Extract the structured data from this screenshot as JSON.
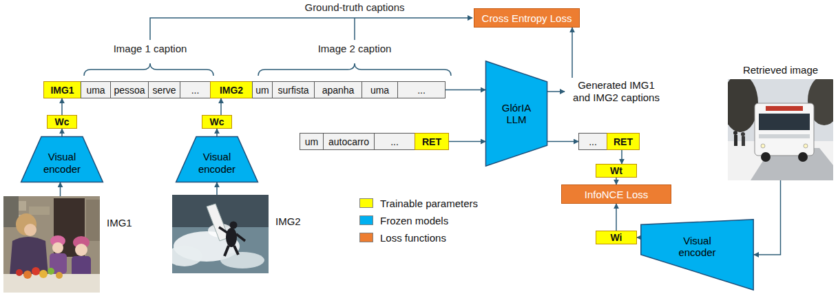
{
  "diagram": {
    "nodes": [
      {
        "text": [
          "Cross Entropy Loss"
        ]
      },
      {
        "text": [
          "IMG1"
        ]
      },
      {
        "text": [
          "uma"
        ]
      },
      {
        "text": [
          "pessoa"
        ]
      },
      {
        "text": [
          "serve"
        ]
      },
      {
        "text": [
          "..."
        ]
      },
      {
        "text": [
          "IMG2"
        ]
      },
      {
        "text": [
          "um"
        ]
      },
      {
        "text": [
          "surfista"
        ]
      },
      {
        "text": [
          "apanha"
        ]
      },
      {
        "text": [
          "uma"
        ]
      },
      {
        "text": [
          "..."
        ]
      },
      {
        "text": [
          "GlórIA LLM"
        ]
      },
      {
        "text": [
          "Generated IMG1 and IMG2 captions"
        ]
      },
      {
        "text": [
          "Wc"
        ]
      },
      {
        "text": [
          "Wc"
        ]
      },
      {
        "text": [
          "um"
        ]
      },
      {
        "text": [
          "autocarro"
        ]
      },
      {
        "text": [
          "..."
        ]
      },
      {
        "text": [
          "RET"
        ]
      },
      {
        "text": [
          "..."
        ]
      },
      {
        "text": [
          "RET"
        ]
      },
      {
        "text": [
          "Retrieved image"
        ]
      },
      {
        "text": [
          "Visual encoder"
        ]
      },
      {
        "text": [
          "Visual encoder"
        ]
      },
      {
        "text": [
          "Wt"
        ]
      },
      {
        "text": [
          "InfoNCE Loss"
        ]
      },
      {
        "text": [
          "Wi"
        ]
      },
      {
        "text": [
          "Visual encoder"
        ]
      },
      {
        "text": [
          "IMG1"
        ]
      },
      {
        "text": [
          "IMG2"
        ]
      }
    ],
    "edges": [
      {
        "from": 29,
        "to": 23,
        "arrow": "to"
      },
      {
        "from": 23,
        "to": 14,
        "arrow": "to"
      },
      {
        "from": 14,
        "to": 1,
        "arrow": "to"
      },
      {
        "from": 30,
        "to": 24,
        "arrow": "to"
      },
      {
        "from": 24,
        "to": 15,
        "arrow": "to"
      },
      {
        "from": 15,
        "to": 6,
        "arrow": "to"
      },
      {
        "from": 11,
        "to": 12,
        "arrow": "to"
      },
      {
        "from": 19,
        "to": 12,
        "arrow": "to"
      },
      {
        "from": 12,
        "to": 13,
        "arrow": "to"
      },
      {
        "from": 12,
        "to": 20,
        "arrow": "to"
      },
      {
        "from": 13,
        "to": 0,
        "arrow": "to"
      },
      {
        "from": 21,
        "to": 25,
        "arrow": "to"
      },
      {
        "from": 25,
        "to": 26,
        "arrow": "to"
      },
      {
        "from": 27,
        "to": 26,
        "arrow": "to"
      },
      {
        "from": 28,
        "to": 27,
        "arrow": "to"
      },
      {
        "from": 22,
        "to": 28,
        "arrow": "to"
      }
    ],
    "labels": [
      "Ground-truth captions",
      "Image 1 caption",
      "Image 2 caption"
    ],
    "legend": [
      {
        "text": "Trainable parameters",
        "color": "#FFFF00"
      },
      {
        "text": "Frozen models",
        "color": "#00B0F0"
      },
      {
        "text": "Loss functions",
        "color": "#ED7D31"
      }
    ]
  }
}
